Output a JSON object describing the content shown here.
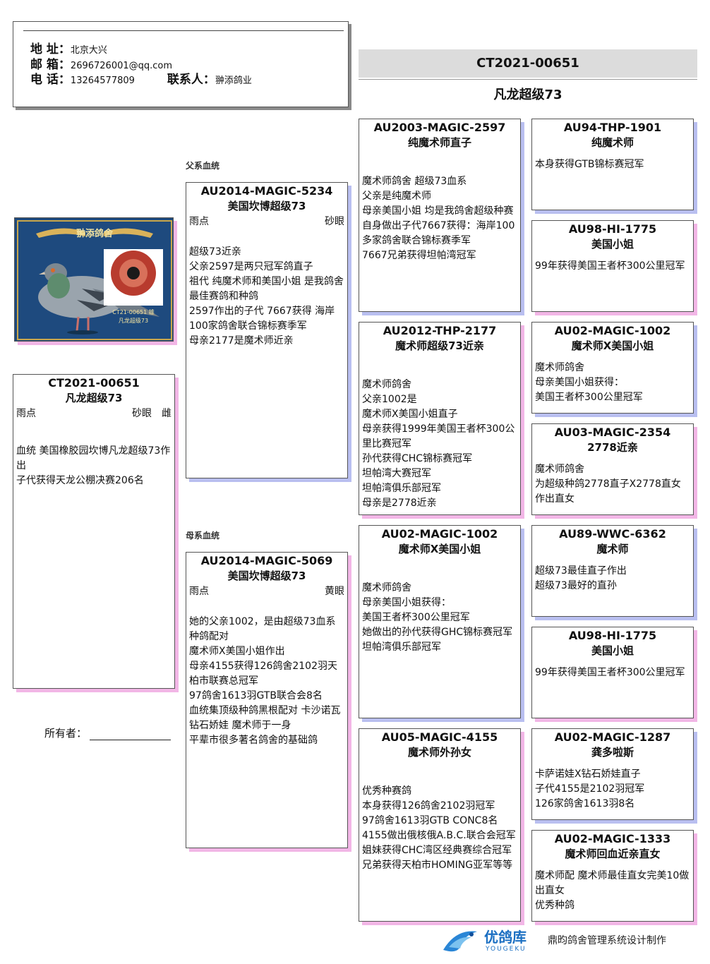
{
  "contact": {
    "address_label": "地 址：",
    "address": "北京大兴",
    "email_label": "邮 箱：",
    "email": "2696726001@qq.com",
    "phone_label": "电 话：",
    "phone": "13264577809",
    "person_label": "联系人：",
    "person": "翀添鸽业"
  },
  "header": {
    "ring": "CT2021-00651",
    "name": "凡龙超级73"
  },
  "labels": {
    "sire_line": "父系血统",
    "dam_line": "母系血统",
    "owner": "所有者："
  },
  "photo": {
    "brand": "翀添鸽舍",
    "ring": "CT21-00651 雄",
    "caption": "凡龙超级73"
  },
  "subject": {
    "ring": "CT2021-00651",
    "name": "凡龙超级73",
    "color": "雨点",
    "eye": "砂眼",
    "sex": "雌",
    "text": "血统 美国橡胶园坎博凡龙超级73作出\n子代获得天龙公棚决赛206名"
  },
  "sire": {
    "ring": "AU2014-MAGIC-5234",
    "name": "美国坎博超级73",
    "color": "雨点",
    "eye": "砂眼",
    "text": "超级73近亲\n父亲2597是两只冠军鸽直子\n祖代 纯魔术师和美国小姐 是我鸽舍最佳赛鸽和种鸽\n2597作出的子代 7667获得 海岸100家鸽舍联合锦标赛季军\n母亲2177是魔术师近亲"
  },
  "dam": {
    "ring": "AU2014-MAGIC-5069",
    "name": "美国坎博超级73",
    "color": "雨点",
    "eye": "黄眼",
    "text": "她的父亲1002，是由超级73血系种鸽配对\n魔术师X美国小姐作出\n母亲4155获得126鸽舍2102羽天柏市联赛总冠军\n97鸽舍1613羽GTB联合会8名\n血统集顶级种鸽黑根配对 卡沙诺瓦 钻石娇娃 魔术师于一身\n平辈市很多著名鸽舍的基础鸽"
  },
  "gp": [
    {
      "ring": "AU2003-MAGIC-2597",
      "name": "纯魔术师直子",
      "text": "魔术师鸽舍 超级73血系\n父亲是纯魔术师\n母亲美国小姐 均是我鸽舍超级种赛\n自身做出子代7667获得：海岸100多家鸽舍联合锦标赛季军\n7667兄弟获得坦帕湾冠军"
    },
    {
      "ring": "AU2012-THP-2177",
      "name": "魔术师超级73近亲",
      "text": "魔术师鸽舍\n父亲1002是\n魔术师X美国小姐直子\n母亲获得1999年美国王者杯300公里比赛冠军\n孙代获得CHC锦标赛冠军\n坦帕湾大赛冠军\n坦帕湾俱乐部冠军\n母亲是2778近亲"
    },
    {
      "ring": "AU02-MAGIC-1002",
      "name": "魔术师X美国小姐",
      "text": "魔术师鸽舍\n母亲美国小姐获得：\n美国王者杯300公里冠军\n她做出的孙代获得GHC锦标赛冠军\n坦帕湾俱乐部冠军"
    },
    {
      "ring": "AU05-MAGIC-4155",
      "name": "魔术师外孙女",
      "text": "优秀种赛鸽\n本身获得126鸽舍2102羽冠军\n97鸽舍1613羽GTB CONC8名\n4155做出俄核俄A.B.C.联合会冠军\n姐妹获得CHC湾区经典赛综合冠军\n兄弟获得天柏市HOMING亚军等等"
    }
  ],
  "ggp": [
    {
      "ring": "AU94-THP-1901",
      "name": "纯魔术师",
      "text": "本身获得GTB锦标赛冠军"
    },
    {
      "ring": "AU98-HI-1775",
      "name": "美国小姐",
      "text": "99年获得美国王者杯300公里冠军"
    },
    {
      "ring": "AU02-MAGIC-1002",
      "name": "魔术师X美国小姐",
      "text": "魔术师鸽舍\n母亲美国小姐获得：\n美国王者杯300公里冠军"
    },
    {
      "ring": "AU03-MAGIC-2354",
      "name": "2778近亲",
      "text": "魔术师鸽舍\n为超级种鸽2778直子X2778直女 作出直女"
    },
    {
      "ring": "AU89-WWC-6362",
      "name": "魔术师",
      "text": "超级73最佳直子作出\n超级73最好的直孙"
    },
    {
      "ring": "AU98-HI-1775",
      "name": "美国小姐",
      "text": "99年获得美国王者杯300公里冠军"
    },
    {
      "ring": "AU02-MAGIC-1287",
      "name": "龚多啦斯",
      "text": "卡萨诺娃X钻石娇娃直子\n子代4155是2102羽冠军\n126家鸽舍1613羽8名"
    },
    {
      "ring": "AU02-MAGIC-1333",
      "name": "魔术师回血近亲直女",
      "text": "魔术师配 魔术师最佳直女完美10做出直女\n优秀种鸽"
    }
  ],
  "footer": {
    "logo_cn": "优鸽库",
    "logo_en": "YOUGEKU",
    "credit": "鼎昀鸽舍管理系统设计制作"
  },
  "colors": {
    "shadow_blue": "#b9bff0",
    "shadow_pink": "#f2b6e6",
    "header_bar": "#dcdcdc",
    "photo_bg": "#1e4a7e"
  }
}
